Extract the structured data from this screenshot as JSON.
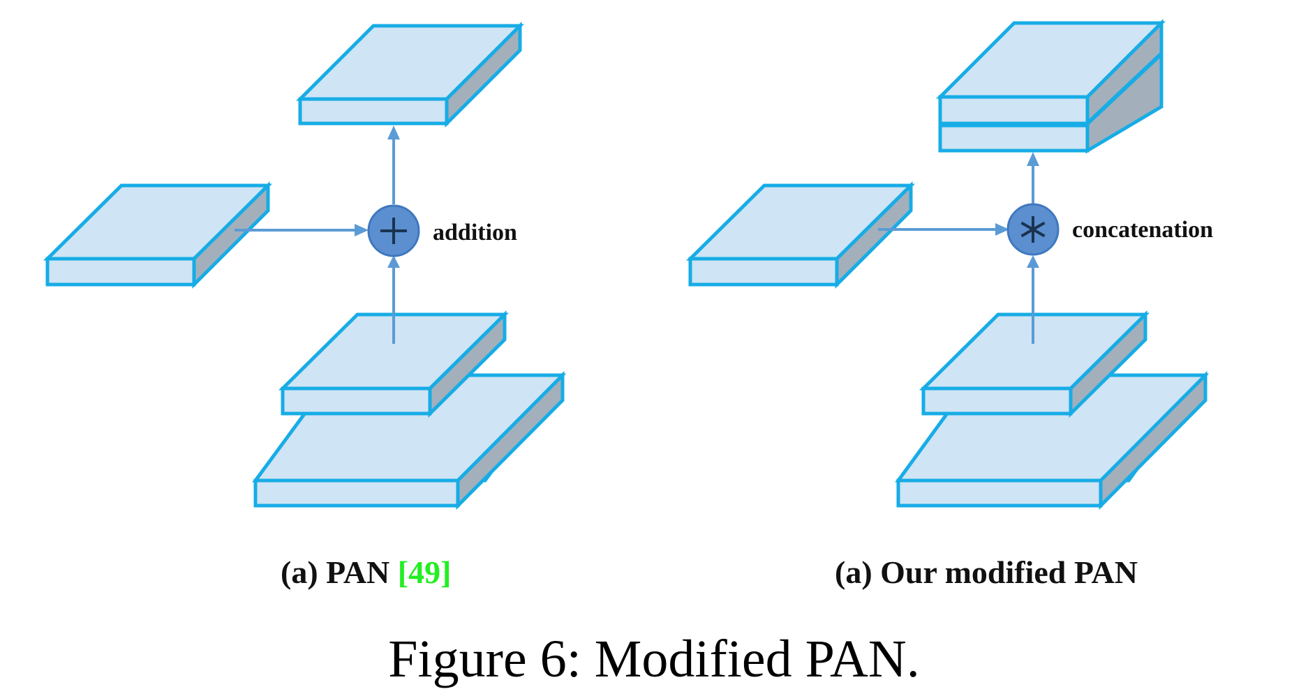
{
  "panels": [
    {
      "operation_label": "addition",
      "operation_symbol": "plus-icon",
      "caption_prefix": "(a) PAN ",
      "caption_ref": "[49]"
    },
    {
      "operation_label": "concatenation",
      "operation_symbol": "asterisk-icon",
      "caption_prefix": "(a) Our modified PAN",
      "caption_ref": ""
    }
  ],
  "figure_caption": "Figure 6: Modified PAN.",
  "colors": {
    "block_fill": "#cfe4f4",
    "block_side": "#a3b0bb",
    "block_stroke": "#17ace6",
    "arrow": "#5b9bd5",
    "operator": "#5b8fcf",
    "citation": "#22ee22"
  }
}
